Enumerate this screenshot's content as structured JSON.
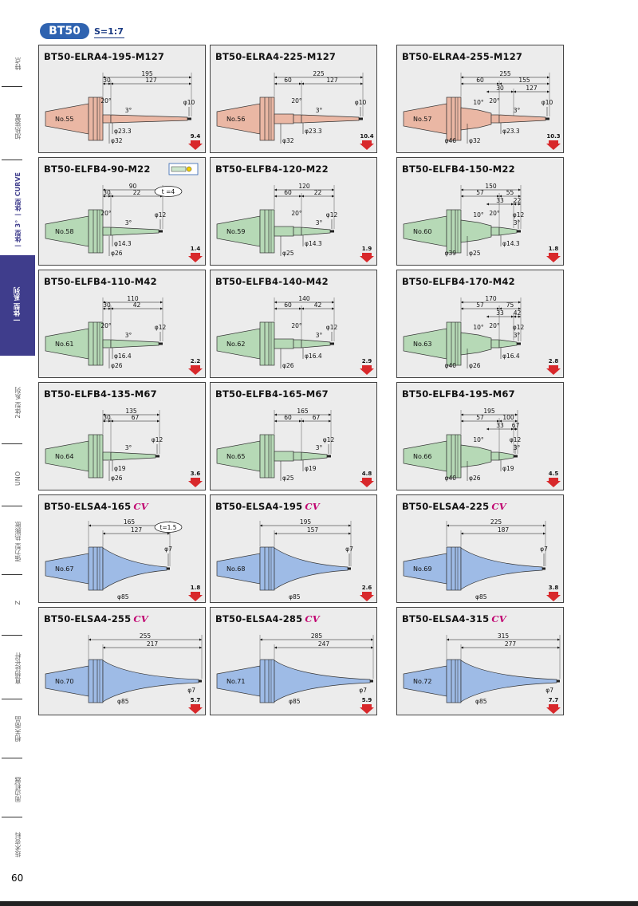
{
  "header": {
    "badge": "BT50",
    "scale": "S=1:7"
  },
  "page_number": "60",
  "side_tabs": [
    {
      "label": "特点",
      "active": false
    },
    {
      "label": "加热装置",
      "active": false
    },
    {
      "label": "一体型 3° 一体型 CURVE",
      "active": false
    },
    {
      "label": "一体型 系列",
      "active": true
    },
    {
      "label": "2体型 系列",
      "active": false
    },
    {
      "label": "UNO",
      "active": false
    },
    {
      "label": "强力型 热膨胀",
      "active": false
    },
    {
      "label": "Z",
      "active": false
    },
    {
      "label": "直柄延长杆",
      "active": false
    },
    {
      "label": "相关商品",
      "active": false
    },
    {
      "label": "周边机器",
      "active": false
    },
    {
      "label": "技术资料",
      "active": false
    }
  ],
  "colors": {
    "elra": "#eab7a4",
    "elfb": "#b6d9b6",
    "elsa": "#9ebbe6",
    "weight_arrow": "#d8282b",
    "badge": "#2f63b0"
  },
  "cards": [
    {
      "title": "BT50-ELRA4-195-M127",
      "type": "elra",
      "no": "No.55",
      "L": "195",
      "dims": [
        "30",
        "127"
      ],
      "angle": "20°",
      "taper": "3°",
      "tip": "φ10",
      "d1": "φ23.3",
      "d2": "φ32",
      "weight": "9.4"
    },
    {
      "title": "BT50-ELRA4-225-M127",
      "type": "elra",
      "no": "No.56",
      "L": "225",
      "dims": [
        "60",
        "127"
      ],
      "angle": "20°",
      "taper": "3°",
      "tip": "φ10",
      "d1": "φ23.3",
      "d2": "φ32",
      "weight": "10.4"
    },
    {
      "title": "BT50-ELRA4-255-M127",
      "type": "elra3",
      "no": "No.57",
      "L": "255",
      "dims": [
        "60",
        "155",
        "30",
        "127"
      ],
      "angle": "20°",
      "angle2": "10°",
      "taper": "3°",
      "tip": "φ10",
      "d1": "φ23.3",
      "d2": "φ32",
      "d3": "φ46",
      "weight": "10.3"
    },
    {
      "title": "BT50-ELFB4-90-M22",
      "type": "elfb",
      "no": "No.58",
      "L": "90",
      "dims": [
        "30",
        "22"
      ],
      "angle": "20°",
      "taper": "3°",
      "tip": "φ12",
      "d1": "φ14.3",
      "d2": "φ26",
      "weight": "1.4",
      "note": "t =4"
    },
    {
      "title": "BT50-ELFB4-120-M22",
      "type": "elfb",
      "no": "No.59",
      "L": "120",
      "dims": [
        "60",
        "22"
      ],
      "angle": "20°",
      "taper": "3°",
      "tip": "φ12",
      "d1": "φ14.3",
      "d2": "φ25",
      "weight": "1.9"
    },
    {
      "title": "BT50-ELFB4-150-M22",
      "type": "elfb3",
      "no": "No.60",
      "L": "150",
      "dims": [
        "57",
        "55",
        "33",
        "22"
      ],
      "angle": "20°",
      "angle2": "10°",
      "taper": "3°",
      "tip": "φ12",
      "d1": "φ14.3",
      "d2": "φ25",
      "d3": "φ39",
      "weight": "1.8"
    },
    {
      "title": "BT50-ELFB4-110-M42",
      "type": "elfb",
      "no": "No.61",
      "L": "110",
      "dims": [
        "30",
        "42"
      ],
      "angle": "20°",
      "taper": "3°",
      "tip": "φ12",
      "d1": "φ16.4",
      "d2": "φ26",
      "weight": "2.2"
    },
    {
      "title": "BT50-ELFB4-140-M42",
      "type": "elfb",
      "no": "No.62",
      "L": "140",
      "dims": [
        "60",
        "42"
      ],
      "angle": "20°",
      "taper": "3°",
      "tip": "φ12",
      "d1": "φ16.4",
      "d2": "φ26",
      "weight": "2.9"
    },
    {
      "title": "BT50-ELFB4-170-M42",
      "type": "elfb3",
      "no": "No.63",
      "L": "170",
      "dims": [
        "57",
        "75",
        "33",
        "42"
      ],
      "angle": "20°",
      "angle2": "10°",
      "taper": "3°",
      "tip": "φ12",
      "d1": "φ16.4",
      "d2": "φ26",
      "d3": "φ40",
      "weight": "2.8"
    },
    {
      "title": "BT50-ELFB4-135-M67",
      "type": "elfb67",
      "no": "No.64",
      "L": "135",
      "dims": [
        "30",
        "67"
      ],
      "taper": "3°",
      "tip": "φ12",
      "d1": "φ19",
      "d2": "φ26",
      "weight": "3.6"
    },
    {
      "title": "BT50-ELFB4-165-M67",
      "type": "elfb67",
      "no": "No.65",
      "L": "165",
      "dims": [
        "60",
        "67"
      ],
      "taper": "3°",
      "tip": "φ12",
      "d1": "φ19",
      "d2": "φ25",
      "weight": "4.8"
    },
    {
      "title": "BT50-ELFB4-195-M67",
      "type": "elfb67b",
      "no": "No.66",
      "L": "195",
      "dims": [
        "57",
        "100",
        "33",
        "67"
      ],
      "angle2": "10°",
      "taper": "3°",
      "tip": "φ12",
      "d1": "φ19",
      "d2": "φ26",
      "d3": "φ40",
      "weight": "4.5"
    },
    {
      "title": "BT50-ELSA4-165",
      "cv": "CV",
      "type": "elsa",
      "no": "No.67",
      "L": "165",
      "dims": [
        "127"
      ],
      "tip": "φ7",
      "d2": "φ85",
      "weight": "1.8",
      "note": "t=1.5"
    },
    {
      "title": "BT50-ELSA4-195",
      "cv": "CV",
      "type": "elsa",
      "no": "No.68",
      "L": "195",
      "dims": [
        "157"
      ],
      "tip": "φ7",
      "d2": "φ85",
      "weight": "2.6"
    },
    {
      "title": "BT50-ELSA4-225",
      "cv": "CV",
      "type": "elsa",
      "no": "No.69",
      "L": "225",
      "dims": [
        "187"
      ],
      "tip": "φ7",
      "d2": "φ85",
      "weight": "3.8"
    },
    {
      "title": "BT50-ELSA4-255",
      "cv": "CV",
      "type": "elsal",
      "no": "No.70",
      "L": "255",
      "dims": [
        "217"
      ],
      "tip": "φ7",
      "d2": "φ85",
      "weight": "5.7"
    },
    {
      "title": "BT50-ELSA4-285",
      "cv": "CV",
      "type": "elsal",
      "no": "No.71",
      "L": "285",
      "dims": [
        "247"
      ],
      "tip": "φ7",
      "d2": "φ85",
      "weight": "5.9"
    },
    {
      "title": "BT50-ELSA4-315",
      "cv": "CV",
      "type": "elsal",
      "no": "No.72",
      "L": "315",
      "dims": [
        "277"
      ],
      "tip": "φ7",
      "d2": "φ85",
      "weight": "7.7"
    }
  ]
}
